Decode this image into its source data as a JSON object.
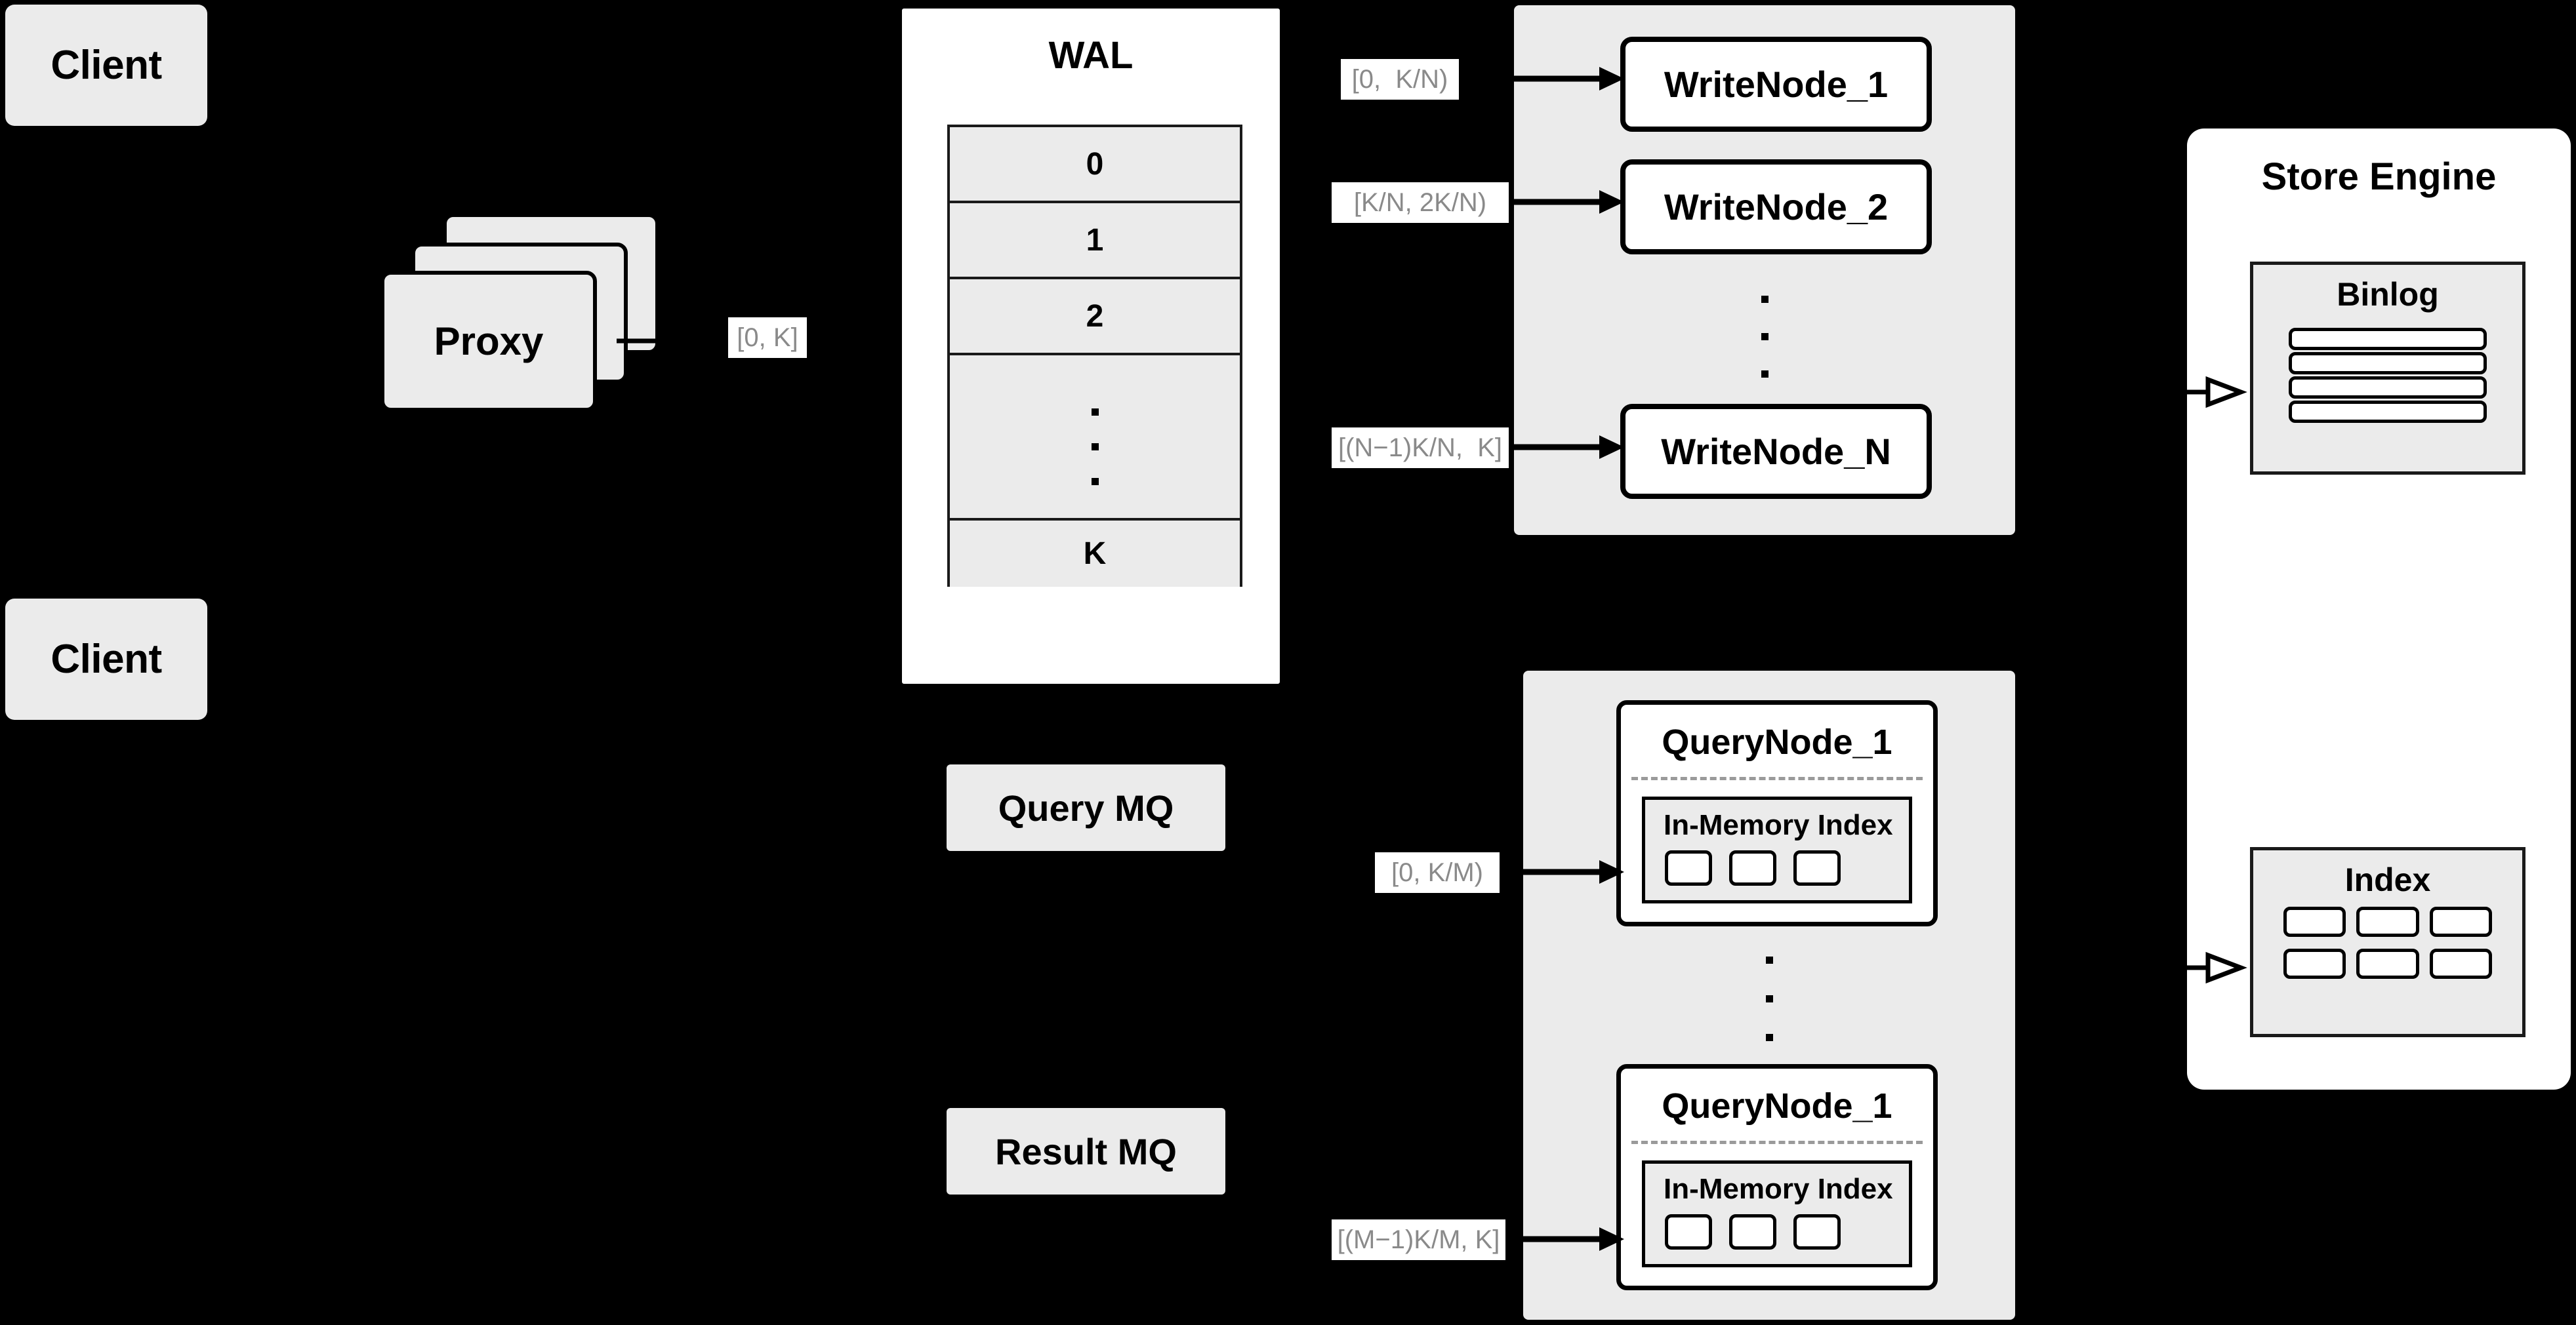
{
  "diagram": {
    "title": "Distributed write/query architecture",
    "colors": {
      "background": "#000000",
      "gray_fill": "#ebebeb",
      "white_fill": "#ffffff",
      "stroke": "#000000",
      "tag_text": "#8a8a8a",
      "divider": "#9a9a9a"
    }
  },
  "clients": [
    {
      "label": "Client"
    },
    {
      "label": "Client"
    }
  ],
  "proxy": {
    "label": "Proxy",
    "stack_count": 3
  },
  "range_tags": {
    "proxy_to_wal": "[0, K]",
    "write_node_1": "[0,  K/N)",
    "write_node_2": "[K/N, 2K/N)",
    "write_node_n": "[(N−1)K/N,  K]",
    "query_node_1": "[0, K/M)",
    "query_node_m": "[(M−1)K/M, K]"
  },
  "wal": {
    "title": "WAL",
    "rows": [
      "0",
      "1",
      "2",
      "⋮",
      "K"
    ],
    "ellipsis_dots": 3
  },
  "write_nodes": {
    "nodes": [
      {
        "label": "WriteNode_1"
      },
      {
        "label": "WriteNode_2"
      },
      {
        "label": "WriteNode_N"
      }
    ],
    "ellipsis_dots": 3
  },
  "query_nodes": {
    "nodes": [
      {
        "label": "QueryNode_1",
        "index_title": "In-Memory Index",
        "cells": 3
      },
      {
        "label": "QueryNode_1",
        "index_title": "In-Memory Index",
        "cells": 3
      }
    ],
    "ellipsis_dots": 3
  },
  "message_queues": [
    {
      "label": "Query MQ"
    },
    {
      "label": "Result MQ"
    }
  ],
  "store_engine": {
    "title": "Store Engine",
    "binlog": {
      "title": "Binlog",
      "rows": 4
    },
    "index": {
      "title": "Index",
      "cells": 6,
      "columns": 3
    }
  }
}
